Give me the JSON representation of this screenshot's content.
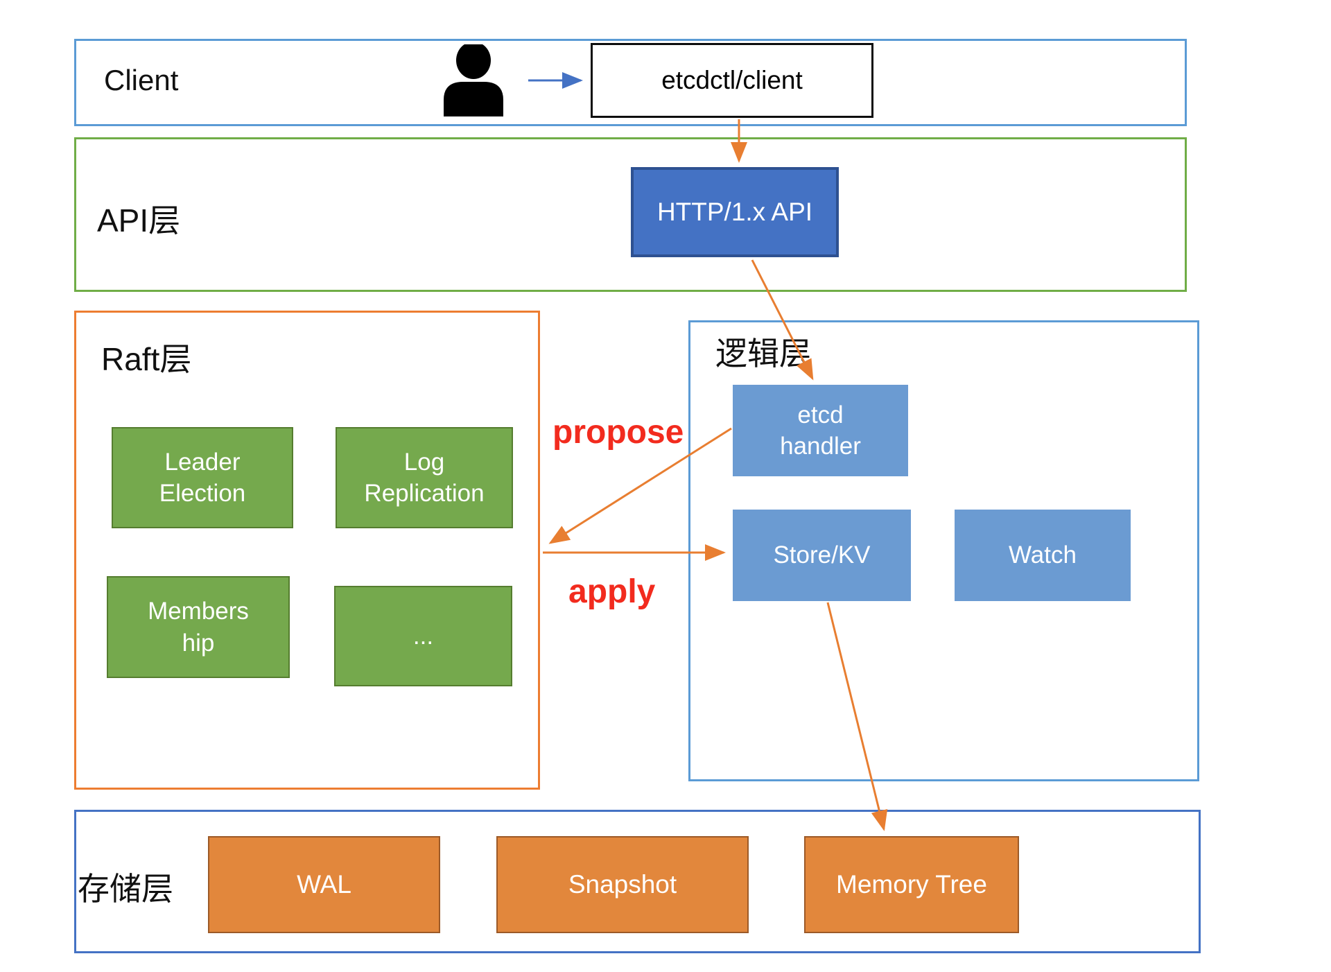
{
  "layers": {
    "client": {
      "label": "Client"
    },
    "api": {
      "label": "API层"
    },
    "raft": {
      "label": "Raft层"
    },
    "logic": {
      "label": "逻辑层"
    },
    "storage": {
      "label": "存储层"
    }
  },
  "nodes": {
    "etcdctl": {
      "label": "etcdctl/client"
    },
    "http_api": {
      "label": "HTTP/1.x API"
    },
    "leader_election": {
      "label": "Leader\nElection"
    },
    "log_replication": {
      "label": "Log\nReplication"
    },
    "membership": {
      "label": "Members\nhip"
    },
    "more": {
      "label": "..."
    },
    "etcd_handler": {
      "label": "etcd\nhandler"
    },
    "store_kv": {
      "label": "Store/KV"
    },
    "watch": {
      "label": "Watch"
    },
    "wal": {
      "label": "WAL"
    },
    "snapshot": {
      "label": "Snapshot"
    },
    "memory_tree": {
      "label": "Memory Tree"
    }
  },
  "flow_labels": {
    "propose": "propose",
    "apply": "apply"
  },
  "icons": {
    "person": "person-icon"
  },
  "colors": {
    "client_border": "#5B9BD5",
    "api_border": "#70AD47",
    "raft_border": "#ED7D31",
    "logic_border": "#5B9BD5",
    "storage_border": "#4472C4",
    "green_fill": "#75A94D",
    "green_edge": "#557D2F",
    "light_blue_fill": "#6B9BD2",
    "http_fill": "#4472C4",
    "http_edge": "#2E5191",
    "orange_fill": "#E2873C",
    "orange_edge": "#9C5A28",
    "arrow_orange": "#E87E31",
    "arrow_blue": "#4472C4",
    "flow_label_red": "#F22B1E",
    "icon_black": "#000000"
  }
}
